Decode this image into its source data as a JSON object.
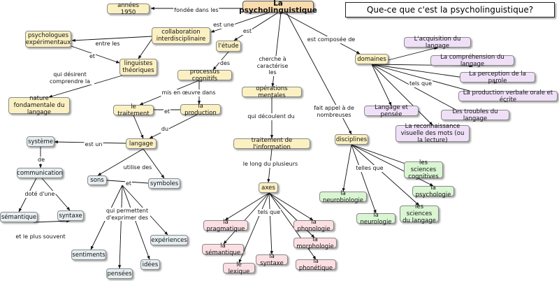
{
  "title": "Que-ce que c'est la psycholinguistique?",
  "nodes": {
    "root": "La psycholinguistique",
    "annees": "années 1950",
    "collab": "collaboration interdisciplinaire",
    "psychologues": "psychologues expérimentaux",
    "linguistes": "linguistes théoriques",
    "nature": "nature fondamentale du langage",
    "etude": "l'étude",
    "processus": "processus cognitifs",
    "traitement_n": "le traitement",
    "production_n": "la production",
    "langage": "langage",
    "operations": "opérations mentales",
    "traitement_info": "traitement de l'information",
    "axes": "axes",
    "domaines": "domaines",
    "disciplines": "disciplines",
    "systeme": "système",
    "communication": "communication",
    "semantique_gray": "sémantique",
    "syntaxe_gray": "syntaxe",
    "sons": "sons",
    "symboles": "symboles",
    "sentiments": "sentiments",
    "pensees": "pensées",
    "idees": "idées",
    "experiences": "expériences",
    "pragmatique": "la pragmatique",
    "semantique": "la sémantique",
    "lexique": "le lexique",
    "syntaxe": "la syntaxe",
    "phonologie": "la phonologie",
    "morphologie": "la morphologie",
    "phonetique": "la phonétique",
    "acquisition": "L'acquisition du langage",
    "comprehension": "La compréhension du langage",
    "perception": "La perception de la parole",
    "production_verbale": "La production verbale orale et écrite",
    "troubles": "Les troubles du langage",
    "langage_pensee": "Langage et pensée",
    "reconnaissance": "La reconnaissance visuelle des mots (ou la lecture)",
    "sciences_cognitives": "les sciences cognitives",
    "psychologie": "la psychologie",
    "sciences_langage": "les sciences du langage",
    "neurobiologie": "la neurobiologie",
    "neurologie": "la neurologie"
  },
  "links": {
    "fondee": "fondée dans les",
    "est_une": "est une",
    "est": "est",
    "entre_les": "entre les",
    "et_1": "et",
    "qui_desirent": "qui désirent comprendre la",
    "des": "des",
    "mis_en_oeuvre": "mis en œuvre dans",
    "et_2": "et",
    "du": "du",
    "est_un": "est un",
    "de": "de",
    "dote": "doté d'une",
    "et_plus_souvent": "et le plus souvent",
    "utilise_des": "utilise des",
    "et_3": "et",
    "qui_permettent": "qui permettent d'exprimer des",
    "cherche": "cherche à caractérise les",
    "qui_decoulent": "qui découlent du",
    "le_long": "le long du plusieurs",
    "tels_que_axes": "tels que",
    "est_composee": "est composée de",
    "tels_que_dom": "tels que",
    "fait_appel": "fait appel à de nombreuses",
    "telles_que": "telles que"
  }
}
